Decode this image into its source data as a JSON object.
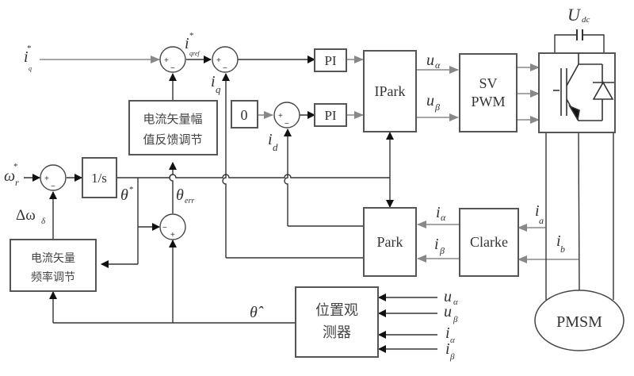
{
  "diagram": {
    "type": "PMSM sensorless vector control block diagram",
    "blocks": {
      "pi_q": "PI",
      "pi_d": "PI",
      "ipark": "IPark",
      "svpwm_line1": "SV",
      "svpwm_line2": "PWM",
      "park": "Park",
      "clarke": "Clarke",
      "integrator": "1/s",
      "zero_ref": "0",
      "amp_fb_line1": "电流矢量幅",
      "amp_fb_line2": "值反馈调节",
      "freq_adj_line1": "电流矢量",
      "freq_adj_line2": "频率调节",
      "observer_line1": "位置观",
      "observer_line2": "测器",
      "motor": "PMSM"
    },
    "signals": {
      "iq_star": "i",
      "iq_star_sup": "*",
      "iq_star_sub": "q",
      "iqref": "i",
      "iqref_sup": "*",
      "iqref_sub": "qref",
      "iq": "i",
      "iq_sub": "q",
      "id": "i",
      "id_sub": "d",
      "u_alpha": "u",
      "u_alpha_sub": "α",
      "u_beta": "u",
      "u_beta_sub": "β",
      "i_alpha": "i",
      "i_alpha_sub": "α",
      "i_beta": "i",
      "i_beta_sub": "β",
      "ia": "i",
      "ia_sub": "a",
      "ib": "i",
      "ib_sub": "b",
      "udc": "U",
      "udc_sub": "dc",
      "omega_r_star": "ω",
      "omega_r_star_sup": "*",
      "omega_r_star_sub": "r",
      "delta_omega": "Δω",
      "delta_omega_sub": "δ",
      "theta_star": "θ",
      "theta_star_sup": "*",
      "theta_err": "θ",
      "theta_err_sub": "err",
      "theta_hat": "θ̂",
      "obs_u_alpha": "u",
      "obs_u_alpha_sub": "α",
      "obs_u_beta": "u",
      "obs_u_beta_sub": "β",
      "obs_i_alpha": "i",
      "obs_i_alpha_sub": "α",
      "obs_i_beta": "i",
      "obs_i_beta_sub": "β"
    },
    "signs": {
      "plus": "+",
      "minus": "−"
    }
  }
}
